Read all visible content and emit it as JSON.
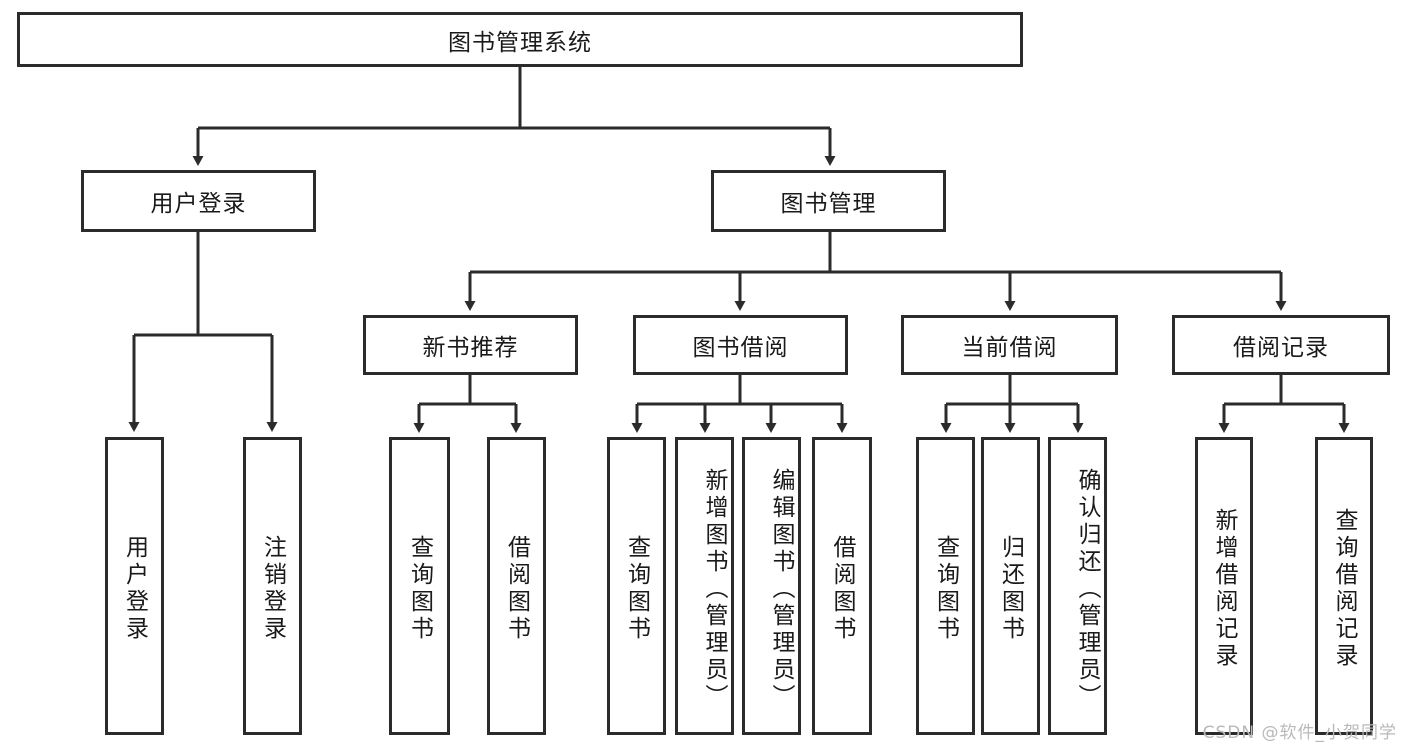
{
  "diagram": {
    "title": "图书管理系统",
    "type": "hierarchy-tree",
    "orientation": "top-down",
    "colors": {
      "box_border": "#2b2b2b",
      "box_fill": "#ffffff",
      "edge": "#2b2b2b",
      "text": "#1a1a1a",
      "watermark": "#b9b9b9"
    },
    "root": {
      "label": "图书管理系统"
    },
    "level2": [
      {
        "label": "用户登录"
      },
      {
        "label": "图书管理"
      }
    ],
    "level3": [
      {
        "label": "新书推荐"
      },
      {
        "label": "图书借阅"
      },
      {
        "label": "当前借阅"
      },
      {
        "label": "借阅记录"
      }
    ],
    "leaves": {
      "user_login": [
        {
          "label": "用户登录"
        },
        {
          "label": "注销登录"
        }
      ],
      "new_book_recommend": [
        {
          "label": "查询图书"
        },
        {
          "label": "借阅图书"
        }
      ],
      "book_borrow": [
        {
          "label": "查询图书"
        },
        {
          "label": "新增图书（管理员）"
        },
        {
          "label": "编辑图书（管理员）"
        },
        {
          "label": "借阅图书"
        }
      ],
      "current_borrow": [
        {
          "label": "查询图书"
        },
        {
          "label": "归还图书"
        },
        {
          "label": "确认归还（管理员）"
        }
      ],
      "borrow_record": [
        {
          "label": "新增借阅记录"
        },
        {
          "label": "查询借阅记录"
        }
      ]
    }
  },
  "watermark": {
    "text": "CSDN @软件_小贺同学"
  }
}
